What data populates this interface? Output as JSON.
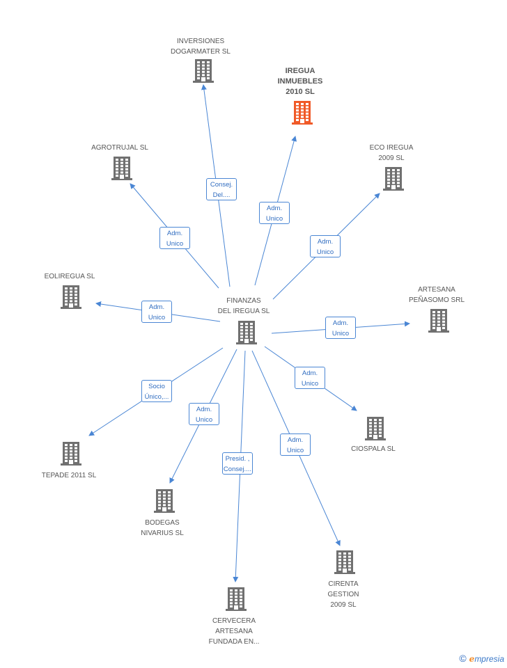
{
  "center": {
    "label": "FINANZAS\nDEL IREGUA SL"
  },
  "nodes": [
    {
      "id": "inversiones",
      "label": "INVERSIONES\nDOGARMATER SL",
      "highlight": false
    },
    {
      "id": "iregua",
      "label": "IREGUA\nINMUEBLES\n2010 SL",
      "highlight": true
    },
    {
      "id": "agrotrujal",
      "label": "AGROTRUJAL SL",
      "highlight": false
    },
    {
      "id": "eco",
      "label": "ECO IREGUA\n2009 SL",
      "highlight": false
    },
    {
      "id": "eoliregua",
      "label": "EOLIREGUA SL",
      "highlight": false
    },
    {
      "id": "artesana",
      "label": "ARTESANA\nPEÑASOMO SRL",
      "highlight": false
    },
    {
      "id": "ciospala",
      "label": "CIOSPALA SL",
      "highlight": false
    },
    {
      "id": "tepade",
      "label": "TEPADE 2011 SL",
      "highlight": false
    },
    {
      "id": "bodegas",
      "label": "BODEGAS\nNIVARIUS  SL",
      "highlight": false
    },
    {
      "id": "cirenta",
      "label": "CIRENTA\nGESTION\n2009 SL",
      "highlight": false
    },
    {
      "id": "cervecera",
      "label": "CERVECERA\nARTESANA\nFUNDADA EN...",
      "highlight": false
    }
  ],
  "edges": [
    {
      "to": "inversiones",
      "label": "Consej.\nDel...."
    },
    {
      "to": "iregua",
      "label": "Adm.\nUnico"
    },
    {
      "to": "agrotrujal",
      "label": "Adm.\nUnico"
    },
    {
      "to": "eco",
      "label": "Adm.\nUnico"
    },
    {
      "to": "eoliregua",
      "label": "Adm.\nUnico"
    },
    {
      "to": "artesana",
      "label": "Adm.\nUnico"
    },
    {
      "to": "ciospala",
      "label": "Adm.\nUnico"
    },
    {
      "to": "tepade",
      "label": "Socio\nÚnico,..."
    },
    {
      "to": "bodegas",
      "label": "Adm.\nUnico"
    },
    {
      "to": "cirenta",
      "label": "Adm.\nUnico"
    },
    {
      "to": "cervecera",
      "label": "Presid. ,\nConsej...."
    }
  ],
  "colors": {
    "edge": "#4a86d4",
    "icon": "#707070",
    "icon_highlight": "#f05a28"
  },
  "footer": {
    "copyright": "©",
    "brand_initial": "e",
    "brand_rest": "mpresia"
  }
}
